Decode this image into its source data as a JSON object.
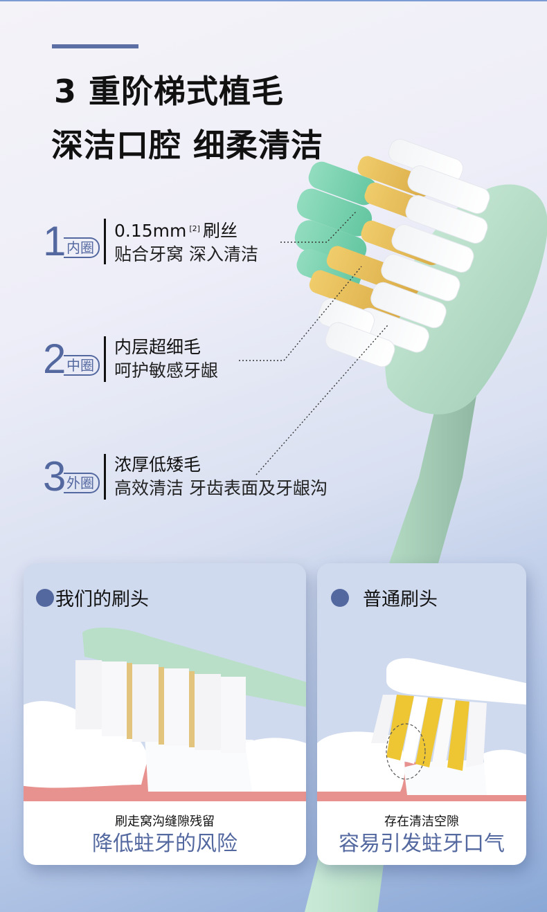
{
  "header": {
    "title_line1": "3 重阶梯式植毛",
    "title_line2": "深洁口腔 细柔清洁"
  },
  "features": [
    {
      "number": "1",
      "ring_label": "内圈",
      "line1_main": "0.15mm",
      "line1_sup": "[2]",
      "line1_tail": "刷丝",
      "line2": "贴合牙窝 深入清洁"
    },
    {
      "number": "2",
      "ring_label": "中圈",
      "line1_main": "内层超细毛",
      "line1_sup": "",
      "line1_tail": "",
      "line2": "呵护敏感牙龈"
    },
    {
      "number": "3",
      "ring_label": "外圈",
      "line1_main": "浓厚低矮毛",
      "line1_sup": "",
      "line1_tail": "",
      "line2": "高效清洁 牙齿表面及牙龈沟"
    }
  ],
  "comparison": {
    "ours": {
      "heading": "我们的刷头",
      "subtitle": "刷走窝沟缝隙残留",
      "headline": "降低蛀牙的风险"
    },
    "regular": {
      "heading": "普通刷头",
      "subtitle": "存在清洁空隙",
      "headline": "容易引发蛀牙口气"
    }
  },
  "colors": {
    "accent": "#5468a0",
    "handle_mint": "#b9dfc9",
    "bristle_green": "#6fcfa6",
    "bristle_yellow": "#e8c25a",
    "card_bg": "#d0daee",
    "gum": "#e58f8c"
  }
}
